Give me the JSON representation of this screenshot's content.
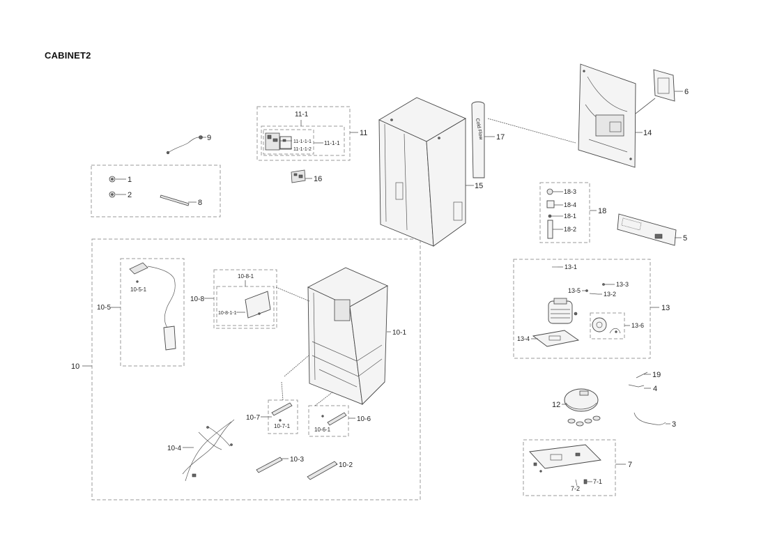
{
  "title": "CABINET2",
  "labels": {
    "l1": "1",
    "l2": "2",
    "l3": "3",
    "l4": "4",
    "l5": "5",
    "l6": "6",
    "l7": "7",
    "l7_1": "7-1",
    "l7_2": "7-2",
    "l8": "8",
    "l9": "9",
    "l10": "10",
    "l10_1": "10-1",
    "l10_2": "10-2",
    "l10_3": "10-3",
    "l10_4": "10-4",
    "l10_5": "10-5",
    "l10_5_1": "10-5-1",
    "l10_6": "10-6",
    "l10_6_1": "10-6-1",
    "l10_7": "10-7",
    "l10_7_1": "10-7-1",
    "l10_8": "10-8",
    "l10_8_1": "10-8-1",
    "l10_8_1_1": "10-8-1-1",
    "l11": "11",
    "l11_1": "11-1",
    "l11_1_1": "11-1-1",
    "l11_1_1_1": "11-1-1-1",
    "l11_1_1_2": "11-1-1-2",
    "l12": "12",
    "l13": "13",
    "l13_1": "13-1",
    "l13_2": "13-2",
    "l13_3": "13-3",
    "l13_4": "13-4",
    "l13_5": "13-5",
    "l13_6": "13-6",
    "l14": "14",
    "l15": "15",
    "l16": "16",
    "l17": "17",
    "l18": "18",
    "l18_1": "18-1",
    "l18_2": "18-2",
    "l18_3": "18-3",
    "l18_4": "18-4",
    "l19": "19",
    "duct_text": "Cold Flow"
  }
}
